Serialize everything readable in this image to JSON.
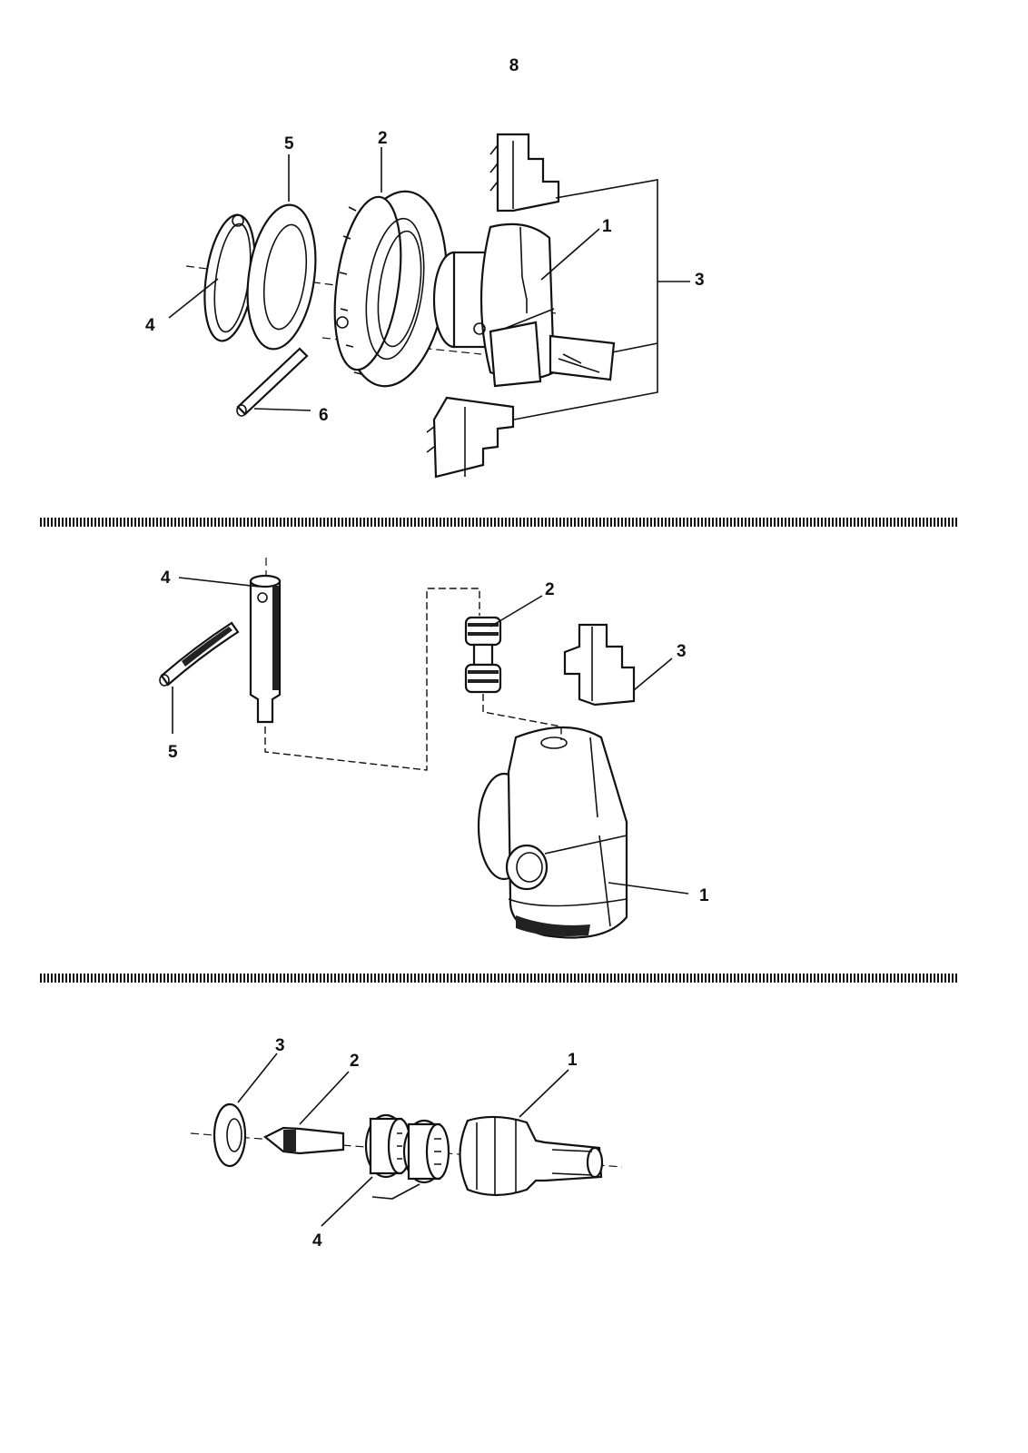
{
  "page": {
    "number": "8"
  },
  "panels": [
    {
      "id": "chuck-assembly",
      "callouts": [
        "1",
        "2",
        "3",
        "4",
        "5",
        "6"
      ]
    },
    {
      "id": "chuck-body-detail",
      "callouts": [
        "1",
        "2",
        "3",
        "4",
        "5"
      ]
    },
    {
      "id": "live-center",
      "callouts": [
        "1",
        "2",
        "3",
        "4"
      ]
    }
  ]
}
